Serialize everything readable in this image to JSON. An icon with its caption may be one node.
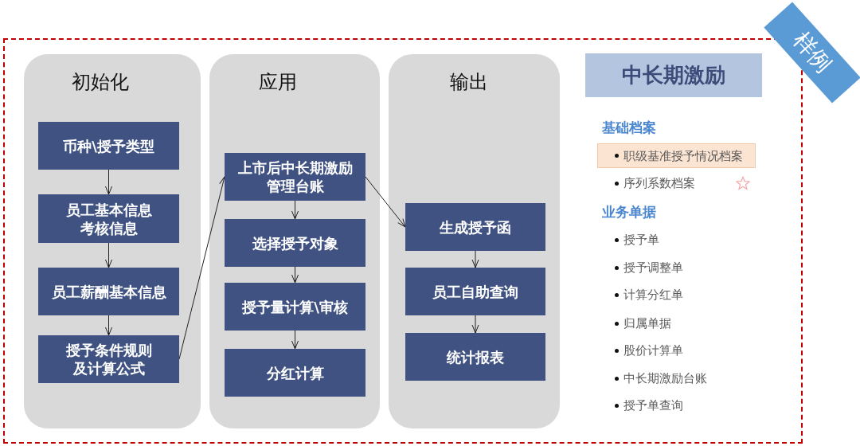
{
  "diagram": {
    "nodes": [
      {
        "text": [
          "初始化"
        ]
      },
      {
        "text": [
          "币种\\授予类型"
        ],
        "in": 0
      },
      {
        "text": [
          "员工基本信息考核信息"
        ],
        "in": 0
      },
      {
        "text": [
          "员工薪酬基本信息"
        ],
        "in": 0
      },
      {
        "text": [
          "授予条件规则及计算公式"
        ],
        "in": 0
      },
      {
        "text": [
          "应用"
        ]
      },
      {
        "text": [
          "上市后中长期激励管理台账"
        ],
        "in": 5
      },
      {
        "text": [
          "选择授予对象"
        ],
        "in": 5
      },
      {
        "text": [
          "授予量计算\\审核"
        ],
        "in": 5
      },
      {
        "text": [
          "分红计算"
        ],
        "in": 5
      },
      {
        "text": [
          "输出"
        ]
      },
      {
        "text": [
          "生成授予函"
        ],
        "in": 10
      },
      {
        "text": [
          "员工自助查询"
        ],
        "in": 10
      },
      {
        "text": [
          "统计报表"
        ],
        "in": 10
      },
      {
        "text": [
          "中长期激励"
        ]
      },
      {
        "text": [
          "职级基准授予情况档案"
        ]
      },
      {
        "text": [
          "样例"
        ]
      }
    ],
    "edges": [
      {
        "from": 1,
        "to": 2,
        "arrow": "to"
      },
      {
        "from": 2,
        "to": 3,
        "arrow": "to"
      },
      {
        "from": 3,
        "to": 4,
        "arrow": "to"
      },
      {
        "from": 4,
        "to": 6,
        "arrow": "to"
      },
      {
        "from": 6,
        "to": 7,
        "arrow": "to"
      },
      {
        "from": 7,
        "to": 8,
        "arrow": "to"
      },
      {
        "from": 8,
        "to": 9,
        "arrow": "to"
      },
      {
        "from": 6,
        "to": 11,
        "arrow": "to"
      },
      {
        "from": 11,
        "to": 12,
        "arrow": "to"
      },
      {
        "from": 12,
        "to": 13,
        "arrow": "to"
      }
    ],
    "labels": [
      "基础档案",
      "序列系数档案",
      "业务单据",
      "授予单",
      "授予调整单",
      "计算分红单",
      "归属单据",
      "股价计算单",
      "中长期激励台账",
      "授予单查询"
    ]
  }
}
